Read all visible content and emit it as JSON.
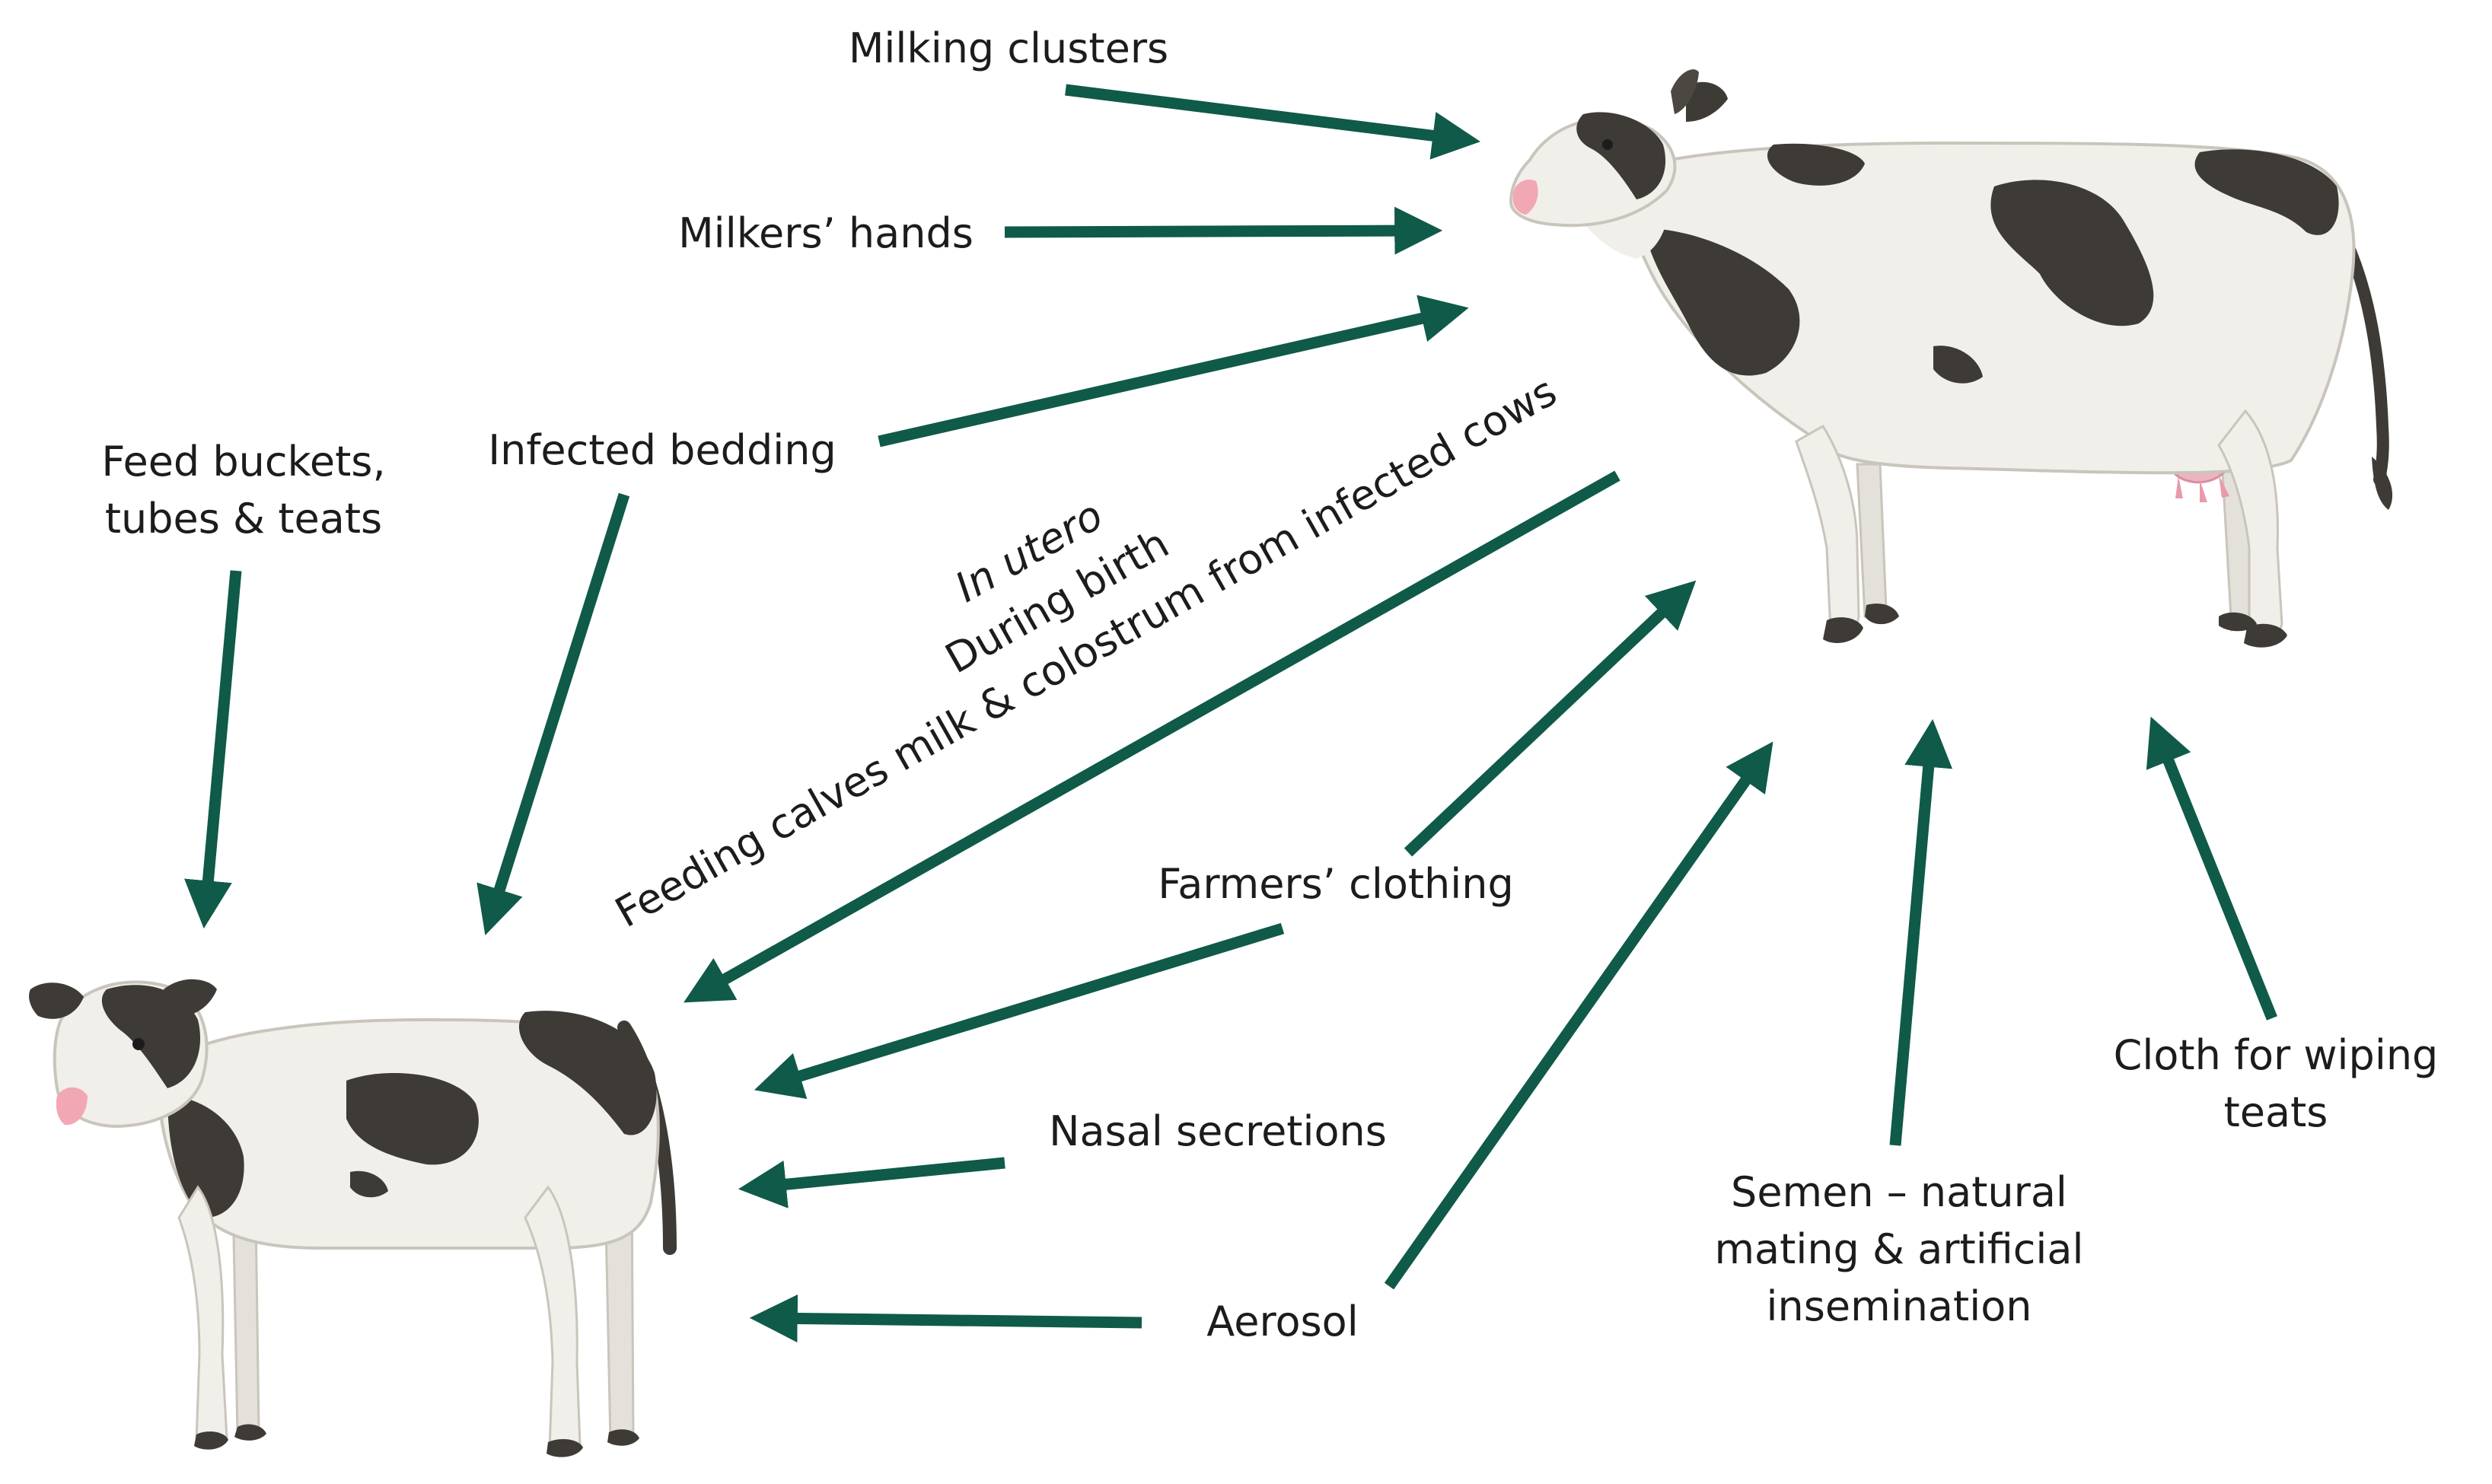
{
  "colors": {
    "arrow": "#0f5a49",
    "cow_white": "#f1efe9",
    "cow_patch": "#3e3b36",
    "cow_outline": "#c9c5bc",
    "muzzle": "#f2a7b4",
    "udder": "#eeb3c1"
  },
  "labels": {
    "milking_clusters": "Milking clusters",
    "milkers_hands": "Milkers’ hands",
    "infected_bedding": "Infected bedding",
    "feed_buckets_1": "Feed buckets,",
    "feed_buckets_2": "tubes & teats",
    "in_utero": "In utero",
    "during_birth": "During birth",
    "feeding_calves": "Feeding calves milk & colostrum from infected cows",
    "farmers_clothing": "Farmers’ clothing",
    "nasal_secretions": "Nasal secretions",
    "aerosol": "Aerosol",
    "semen_1": "Semen – natural",
    "semen_2": "mating & artificial",
    "semen_3": "insemination",
    "cloth_1": "Cloth for wiping",
    "cloth_2": "teats"
  },
  "icons": {
    "adult": "adult-cow-icon",
    "calf": "calf-icon"
  }
}
